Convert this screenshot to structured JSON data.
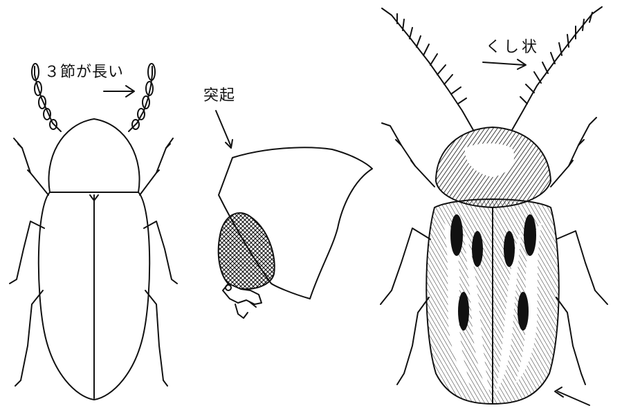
{
  "labels": {
    "antenna_note": "３節が長い",
    "process_note": "突起",
    "comb_note": "くし状"
  },
  "figures": [
    {
      "name": "beetle-outline",
      "style": "outline"
    },
    {
      "name": "beetle-head-side",
      "style": "outline-with-crosshatched-eye"
    },
    {
      "name": "beetle-pectinate",
      "style": "hatched-with-pale-markings"
    }
  ],
  "colors": {
    "ink": "#111111",
    "paper": "#ffffff"
  }
}
